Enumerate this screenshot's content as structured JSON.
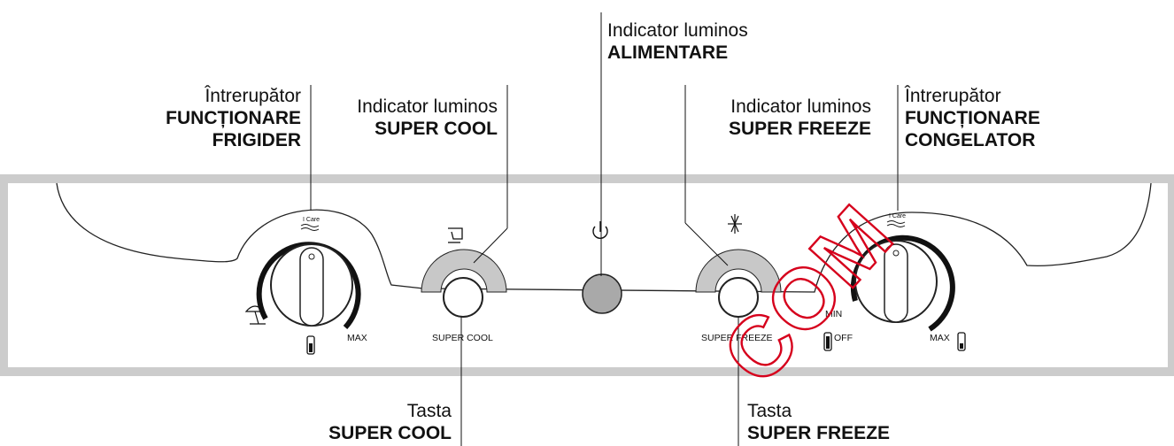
{
  "callouts": {
    "fridge_switch": {
      "line1": "Întrerupător",
      "line2": "FUNCȚIONARE",
      "line3": "FRIGIDER"
    },
    "super_cool_indicator": {
      "line1": "Indicator luminos",
      "line2": "SUPER COOL"
    },
    "power_indicator": {
      "line1": "Indicator luminos",
      "line2": "ALIMENTARE"
    },
    "super_freeze_indicator": {
      "line1": "Indicator luminos",
      "line2": "SUPER FREEZE"
    },
    "freezer_switch": {
      "line1": "Întrerupător",
      "line2": "FUNCȚIONARE",
      "line3": "CONGELATOR"
    },
    "super_cool_button": {
      "line1": "Tasta",
      "line2": "SUPER COOL"
    },
    "super_freeze_button": {
      "line1": "Tasta",
      "line2": "SUPER FREEZE"
    }
  },
  "panel": {
    "left_dial_top": "I Care",
    "left_dial_max": "MAX",
    "super_cool_label": "SUPER COOL",
    "super_freeze_label": "SUPER FREEZE",
    "right_dial_top": "I Care",
    "right_dial_min": "MIN",
    "right_dial_off": "OFF",
    "right_dial_max": "MAX"
  },
  "watermark": "COM",
  "colors": {
    "panel_border": "#cccccc",
    "indicator_fill": "#c8c8c8",
    "power_lamp": "#a9a9a9",
    "watermark": "#d6001c"
  },
  "icons": [
    "shower-icon",
    "snowflake-icon",
    "power-icon",
    "beach-umbrella-icon",
    "thermometer-icon"
  ]
}
